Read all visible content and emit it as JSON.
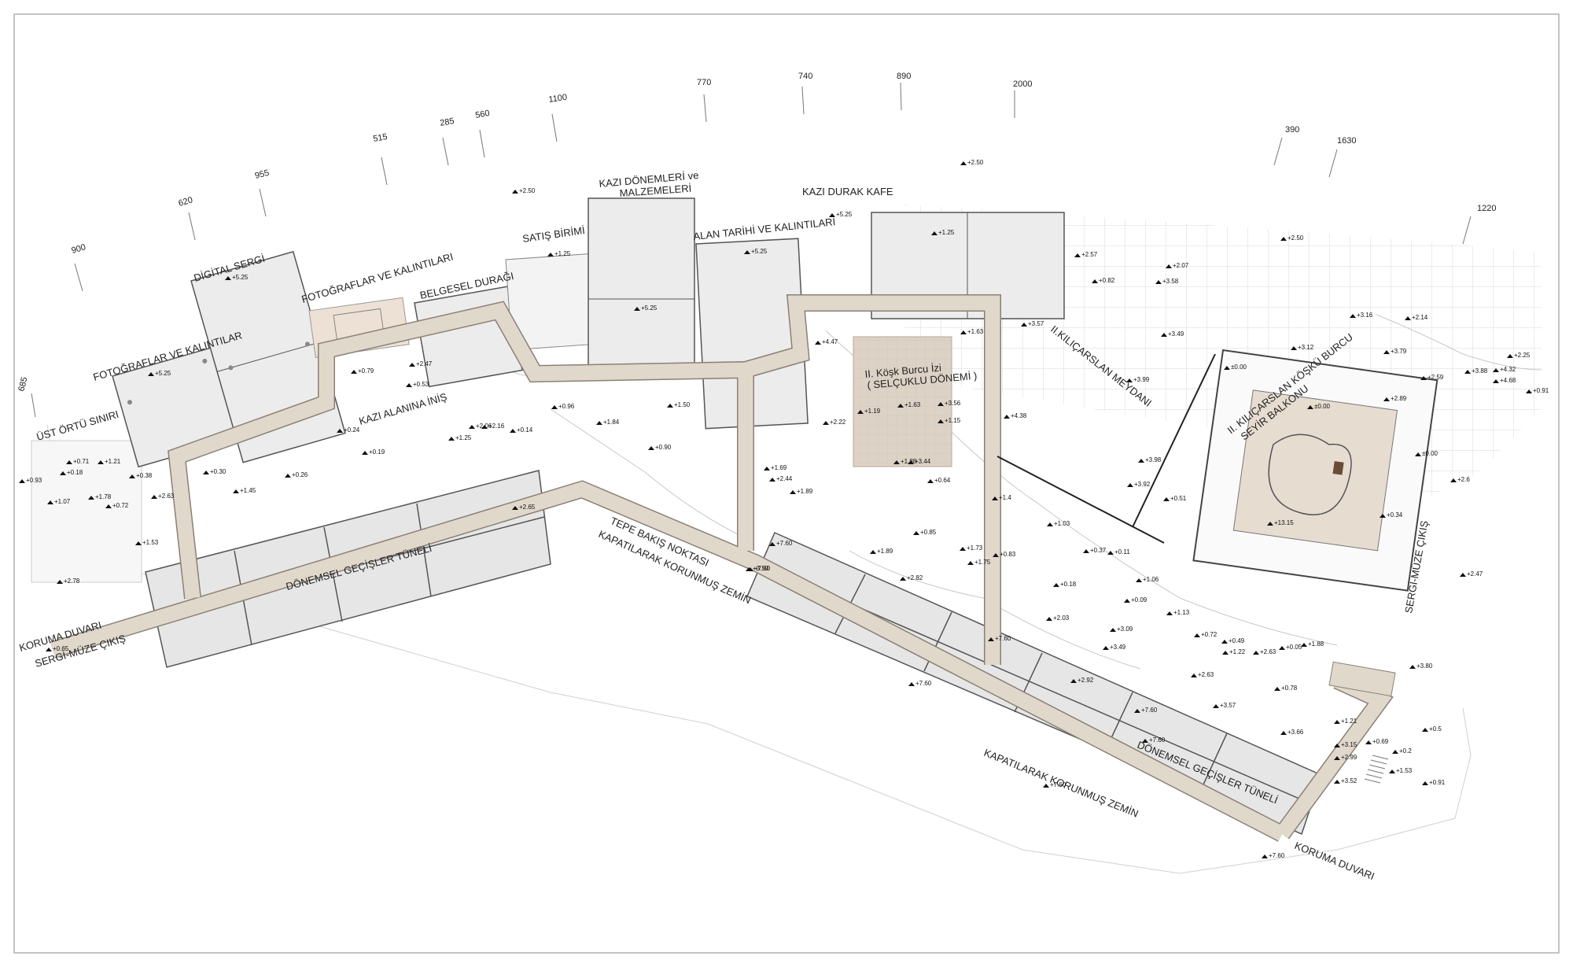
{
  "dimensions": [
    "900",
    "620",
    "955",
    "515",
    "285",
    "560",
    "1100",
    "770",
    "740",
    "890",
    "2000",
    "390",
    "1630",
    "1220",
    "685"
  ],
  "labels": {
    "ust_ortu_siniri": "ÜST ÖRTÜ SINIRI",
    "fotograflar_1": "FOTOĞRAFLAR VE KALINTILAR",
    "dijital_sergi": "DİGİTAL SERGİ",
    "fotograflar_2": "FOTOĞRAFLAR VE KALINTILARI",
    "belgesel_duragi": "BELGESEL DURAĞI",
    "satis_birimi": "SATIŞ BİRİMİ",
    "kazi_donemleri_1": "KAZI DÖNEMLERİ ve",
    "kazi_donemleri_2": "MALZEMELERİ",
    "alan_tarihi": "ALAN TARİHİ VE KALINTILARI",
    "kazi_durak_kafe": "KAZI DURAK KAFE",
    "kosk_burcu_1": "II. Köşk Burcu İzi",
    "kosk_burcu_2": "( SELÇUKLU DÖNEMİ )",
    "meydan": "II.KILIÇARSLAN MEYDANI",
    "seyir_1": "II. KILIÇARSLAN KÖŞKÜ BURCU",
    "seyir_2": "SEYİR BALKONU",
    "sergi_muze_cikis_r": "SERGİ-MÜZE ÇIKIŞ",
    "kazi_alanina_inis": "KAZI ALANINA İNİŞ",
    "donemsel_1": "DÖNEMSEL GEÇİŞLER TÜNELİ",
    "tepe_1": "TEPE BAKIŞ NOKTASI",
    "tepe_2": "KAPATILARAK KORUNMUŞ ZEMİN",
    "koruma_duvari_l": "KORUMA DUVARI",
    "sergi_muze_cikis_l": "SERGİ-MÜZE ÇIKIŞ",
    "kapatilarak_2": "KAPATILARAK KORUNMUŞ ZEMİN",
    "donemsel_2": "DÖNEMSEL GEÇİŞLER TÜNELİ",
    "koruma_duvari_r": "KORUMA DUVARI"
  },
  "elevations": [
    "+0.93",
    "+0.71",
    "+1.21",
    "+0.18",
    "+1.78",
    "+1.07",
    "+0.72",
    "+0.38",
    "+2.63",
    "+1.53",
    "+2.78",
    "+0.65",
    "+5.25",
    "+5.25",
    "+0.30",
    "+1.45",
    "+0.26",
    "+0.24",
    "+0.19",
    "+0.79",
    "+2.47",
    "+0.53",
    "+1.25",
    "+2.06",
    "+2.16",
    "+0.14",
    "+2.50",
    "+1.25",
    "+0.96",
    "+1.84",
    "+0.90",
    "+5.25",
    "+1.50",
    "+2.65",
    "+3.50",
    "+5.25",
    "+1.25",
    "+5.25",
    "+2.50",
    "+4.47",
    "+1.63",
    "+3.57",
    "+2.22",
    "+1.19",
    "+1.63",
    "+3.56",
    "+1.15",
    "+1.88",
    "+3.44",
    "+4.38",
    "+1.69",
    "+2.44",
    "+1.89",
    "+0.64",
    "+0.85",
    "+1.73",
    "+1.4",
    "+1.89",
    "+2.82",
    "+1.75",
    "+0.83",
    "+2.57",
    "+0.82",
    "+2.07",
    "+3.58",
    "+3.49",
    "+3.99",
    "+2.50",
    "+3.98",
    "+3.92",
    "+1.03",
    "+0.37",
    "+0.11",
    "+1.06",
    "+0.18",
    "+2.03",
    "+0.09",
    "+1.13",
    "+3.09",
    "+3.49",
    "+0.72",
    "+0.49",
    "+1.22",
    "+2.63",
    "+0.05",
    "+1.88",
    "+0.78",
    "+2.92",
    "+2.63",
    "+3.57",
    "+3.66",
    "+1.21",
    "+3.15",
    "+2.99",
    "+3.52",
    "+0.69",
    "+0.2",
    "+1.53",
    "+0.5",
    "+0.91",
    "+3.16",
    "+2.14",
    "+3.12",
    "+3.79",
    "+2.59",
    "+3.88",
    "+4.68",
    "+2.25",
    "+4.32",
    "+0.91",
    "+2.89",
    "±0.00",
    "±0.00",
    "±0.00",
    "+0.51",
    "+13.15",
    "+0.34",
    "+2.6",
    "+2.47",
    "+3.80",
    "+7.60",
    "+7.60",
    "+7.60",
    "+7.60",
    "+7.60",
    "+7.60",
    "+7.60",
    "+7.60"
  ]
}
